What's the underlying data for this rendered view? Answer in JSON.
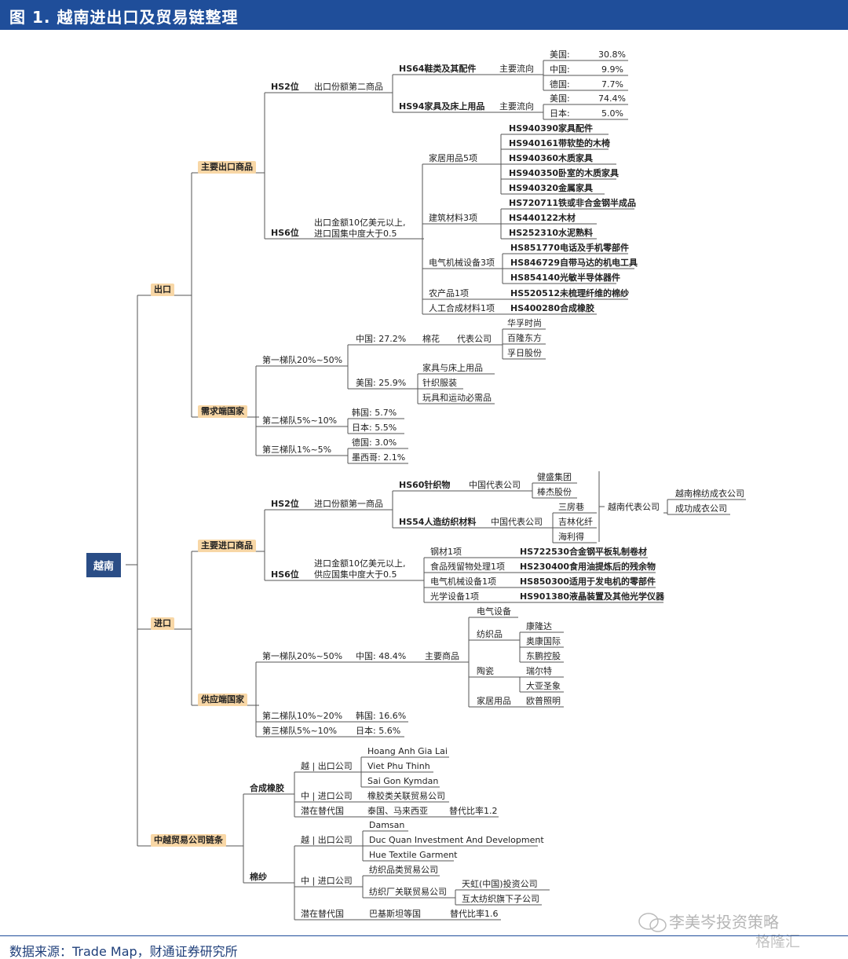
{
  "title": "图 1. 越南进出口及贸易链整理",
  "source": "数据来源：Trade Map，财通证券研究所",
  "watermark": "李美岑投资策略",
  "logo": "格隆汇",
  "root": "越南",
  "export": {
    "label": "出口",
    "main": {
      "label": "主要出口商品",
      "hs2": {
        "label": "HS2位",
        "desc": "出口份额第二商品",
        "hs64": {
          "label": "HS64鞋类及其配件",
          "flow": "主要流向",
          "dest": [
            {
              "c": "美国:",
              "v": "30.8%"
            },
            {
              "c": "中国:",
              "v": "9.9%"
            },
            {
              "c": "德国:",
              "v": "7.7%"
            }
          ]
        },
        "hs94": {
          "label": "HS94家具及床上用品",
          "flow": "主要流向",
          "dest": [
            {
              "c": "美国:",
              "v": "74.4%"
            },
            {
              "c": "日本:",
              "v": "5.0%"
            }
          ]
        }
      },
      "hs6": {
        "label": "HS6位",
        "desc": "出口金额10亿美元以上,\n进口国集中度大于0.5",
        "groups": [
          {
            "label": "家居用品5项",
            "items": [
              "HS940390家具配件",
              "HS940161带软垫的木椅",
              "HS940360木质家具",
              "HS940350卧室的木质家具",
              "HS940320金属家具"
            ]
          },
          {
            "label": "建筑材料3项",
            "items": [
              "HS720711铁或非合金钢半成品",
              "HS440122木材",
              "HS252310水泥熟料"
            ]
          },
          {
            "label": "电气机械设备3项",
            "items": [
              "HS851770电话及手机零部件",
              "HS846729自带马达的机电工具",
              "HS854140光敏半导体器件"
            ]
          },
          {
            "label": "农产品1项",
            "items": [
              "HS520512未梳理纤维的棉纱"
            ]
          },
          {
            "label": "人工合成材料1项",
            "items": [
              "HS400280合成橡胶"
            ]
          }
        ]
      }
    },
    "demand": {
      "label": "需求端国家",
      "tier1": {
        "label": "第一梯队20%~50%",
        "china": {
          "label": "中国: 27.2%",
          "good": "棉花",
          "rep": "代表公司",
          "companies": [
            "华孚时尚",
            "百隆东方",
            "孚日股份"
          ]
        },
        "usa": {
          "label": "美国: 25.9%",
          "items": [
            "家具与床上用品",
            "针织服装",
            "玩具和运动必需品"
          ]
        }
      },
      "tier2": {
        "label": "第二梯队5%~10%",
        "items": [
          "韩国: 5.7%",
          "日本: 5.5%"
        ]
      },
      "tier3": {
        "label": "第三梯队1%~5%",
        "items": [
          "德国: 3.0%",
          "墨西哥: 2.1%"
        ]
      }
    }
  },
  "import": {
    "label": "进口",
    "main": {
      "label": "主要进口商品",
      "hs2": {
        "label": "HS2位",
        "desc": "进口份额第一商品",
        "hs60": {
          "label": "HS60针织物",
          "rep": "中国代表公司",
          "companies": [
            "健盛集团",
            "棒杰股份"
          ]
        },
        "hs54": {
          "label": "HS54人造纺织材料",
          "rep": "中国代表公司",
          "companies": [
            "三房巷",
            "吉林化纤",
            "海利得"
          ]
        },
        "vn": {
          "label": "越南代表公司",
          "companies": [
            "越南棉纺成衣公司",
            "成功成衣公司"
          ]
        }
      },
      "hs6": {
        "label": "HS6位",
        "desc": "进口金额10亿美元以上,\n供应国集中度大于0.5",
        "groups": [
          {
            "label": "钢材1项",
            "item": "HS722530合金钢平板轧制卷材"
          },
          {
            "label": "食品残留物处理1项",
            "item": "HS230400食用油提炼后的残余物"
          },
          {
            "label": "电气机械设备1项",
            "item": "HS850300适用于发电机的零部件"
          },
          {
            "label": "光学设备1项",
            "item": "HS901380液晶装置及其他光学仪器"
          }
        ]
      }
    },
    "supply": {
      "label": "供应端国家",
      "tier1": {
        "label": "第一梯队20%~50%",
        "china": "中国: 48.4%",
        "main": "主要商品",
        "goods": [
          {
            "label": "电气设备",
            "companies": []
          },
          {
            "label": "纺织品",
            "companies": [
              "康隆达",
              "奥康国际",
              "东鹏控股"
            ]
          },
          {
            "label": "陶瓷",
            "companies": [
              "瑞尔特",
              "大亚圣象"
            ]
          },
          {
            "label": "家居用品",
            "companies": [
              "欧普照明"
            ]
          }
        ]
      },
      "tier2": {
        "label": "第二梯队10%~20%",
        "item": "韩国: 16.6%"
      },
      "tier3": {
        "label": "第三梯队5%~10%",
        "item": "日本: 5.6%"
      }
    }
  },
  "chain": {
    "label": "中越贸易公司链条",
    "rubber": {
      "label": "合成橡胶",
      "vn": {
        "label": "越 | 出口公司",
        "items": [
          "Hoang Anh Gia Lai",
          "Viet Phu Thinh",
          "Sai Gon Kymdan"
        ]
      },
      "cn": {
        "label": "中 | 进口公司",
        "item": "橡胶类关联贸易公司"
      },
      "alt": {
        "label": "潜在替代国",
        "countries": "泰国、马来西亚",
        "ratio": "替代比率1.2"
      }
    },
    "yarn": {
      "label": "棉纱",
      "vn": {
        "label": "越 | 出口公司",
        "items": [
          "Damsan",
          "Duc Quan Investment And Development",
          "Hue Textile Garment"
        ]
      },
      "cn": {
        "label": "中 | 进口公司",
        "item1": "纺织品类贸易公司",
        "item2": "纺织厂关联贸易公司",
        "subs": [
          "天虹(中国)投资公司",
          "互太纺织旗下子公司"
        ]
      },
      "alt": {
        "label": "潜在替代国",
        "countries": "巴基斯坦等国",
        "ratio": "替代比率1.6"
      }
    }
  }
}
